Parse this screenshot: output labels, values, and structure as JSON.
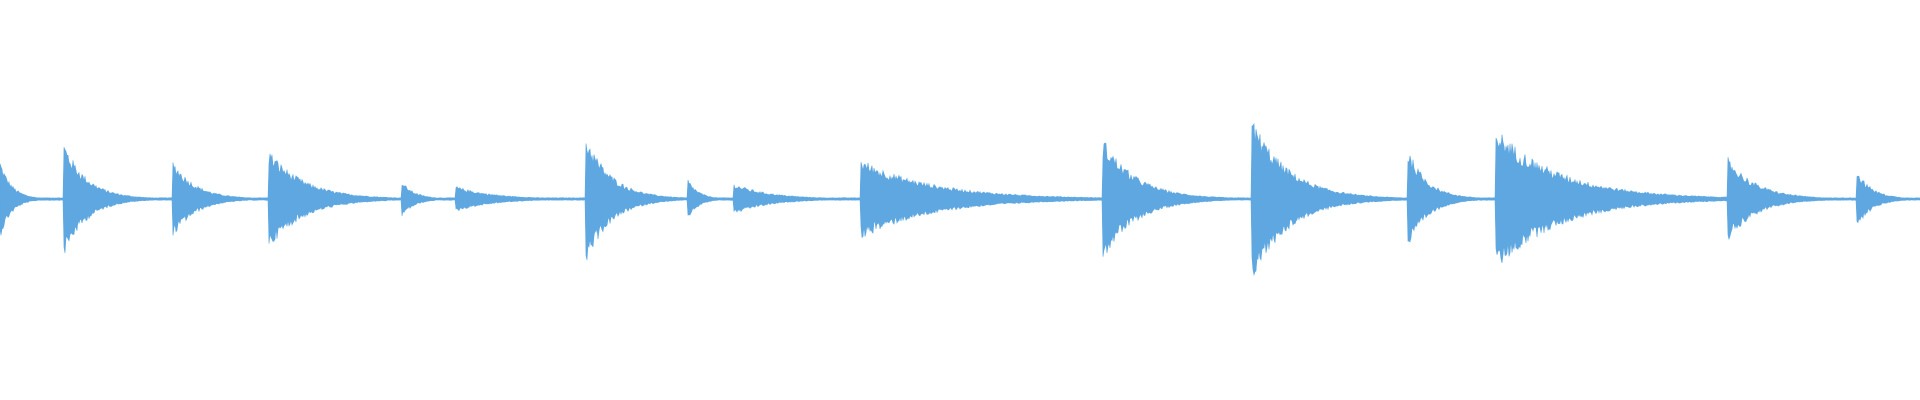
{
  "waveform": {
    "color": "#5ea7e0",
    "background": "#ffffff",
    "events": [
      {
        "start": 0.0,
        "peak": 0.3,
        "decay": 1.0,
        "end": 0.03
      },
      {
        "start": 0.033,
        "peak": 0.45,
        "decay": 0.9,
        "end": 0.09
      },
      {
        "start": 0.09,
        "peak": 0.3,
        "decay": 0.7,
        "end": 0.14
      },
      {
        "start": 0.14,
        "peak": 0.38,
        "decay": 0.5,
        "end": 0.209
      },
      {
        "start": 0.209,
        "peak": 0.14,
        "decay": 0.6,
        "end": 0.237
      },
      {
        "start": 0.237,
        "peak": 0.1,
        "decay": 0.4,
        "end": 0.305
      },
      {
        "start": 0.305,
        "peak": 0.5,
        "decay": 0.6,
        "end": 0.358
      },
      {
        "start": 0.358,
        "peak": 0.16,
        "decay": 0.7,
        "end": 0.382
      },
      {
        "start": 0.382,
        "peak": 0.12,
        "decay": 0.4,
        "end": 0.448
      },
      {
        "start": 0.448,
        "peak": 0.31,
        "decay": 0.35,
        "end": 0.574
      },
      {
        "start": 0.574,
        "peak": 0.48,
        "decay": 0.8,
        "end": 0.652
      },
      {
        "start": 0.652,
        "peak": 0.63,
        "decay": 0.7,
        "end": 0.733
      },
      {
        "start": 0.733,
        "peak": 0.4,
        "decay": 0.8,
        "end": 0.779
      },
      {
        "start": 0.779,
        "peak": 0.55,
        "decay": 0.45,
        "end": 0.9
      },
      {
        "start": 0.9,
        "peak": 0.32,
        "decay": 0.8,
        "end": 0.967
      },
      {
        "start": 0.967,
        "peak": 0.22,
        "decay": 0.6,
        "end": 1.0
      }
    ]
  }
}
